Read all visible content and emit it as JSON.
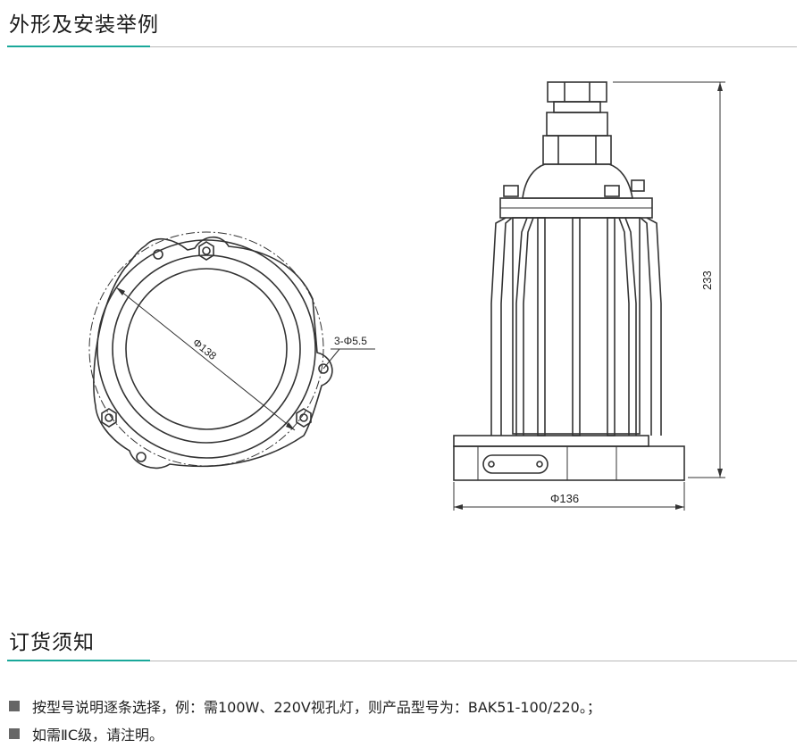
{
  "sections": {
    "dimensions_title": "外形及安装举例",
    "ordering_title": "订货须知"
  },
  "drawing": {
    "front_view": {
      "diameter_label": "Φ138",
      "hole_label": "3-Φ5.5"
    },
    "side_view": {
      "height_label": "233",
      "width_label": "Φ136"
    }
  },
  "notes": [
    {
      "text": "按型号说明逐条选择，例：需100W、220V视孔灯，则产品型号为：BAK51-100/220。；"
    },
    {
      "text": "如需ⅡC级，请注明。"
    }
  ],
  "colors": {
    "accent": "#1aa89a",
    "line": "#333333"
  }
}
